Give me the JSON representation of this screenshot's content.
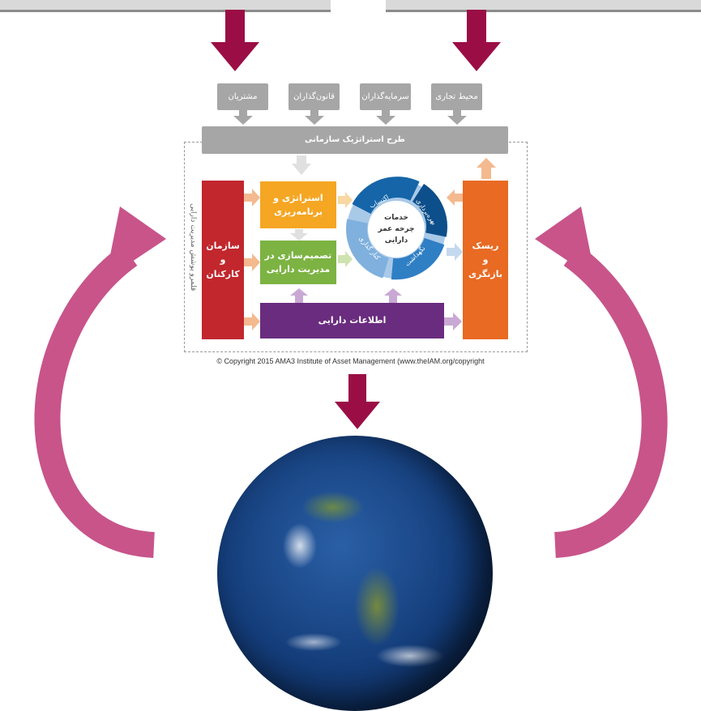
{
  "stakeholders": [
    "محیط تجاری",
    "سرمایه‌گذاران",
    "قانون‌گذاران",
    "مشتریان"
  ],
  "strategic_plan": "طرح استراتژیک سازمانی",
  "scope_label": "قلمرو پوشش مدیریت دارایی",
  "org_box": [
    "سازمان",
    "و",
    "کارکنان"
  ],
  "strategy_box": [
    "استراتژی و",
    "برنامه‌ریزی"
  ],
  "decision_box": [
    "تصمیم‌سازی در",
    "مدیریت دارایی"
  ],
  "info_box": "اطلاعات دارایی",
  "risk_box": [
    "ریسک",
    "و",
    "بازنگری"
  ],
  "lifecycle": {
    "center": [
      "خدمات",
      "چرخه عمر",
      "دارایی"
    ],
    "acquire": "اکتساب",
    "operate": "بهره‌برداری",
    "maintain": "نگهداشت",
    "dispose": "کنار گذاری"
  },
  "copyright": "© Copyright 2015 AMA3  Institute  of  Asset  Management  (www.theIAM.org/copyright",
  "colors": {
    "maroon": "#9b0e45",
    "pink": "#c8548a",
    "red": "#c1272d",
    "orange": "#e86a23",
    "yellow": "#f5a623",
    "green": "#7cb342",
    "purple": "#6a2c7f",
    "gray": "#a6a6a6",
    "blue": "#1565a8"
  },
  "icons": [
    "down-arrow-icon",
    "curved-arrow-icon",
    "globe-image"
  ]
}
